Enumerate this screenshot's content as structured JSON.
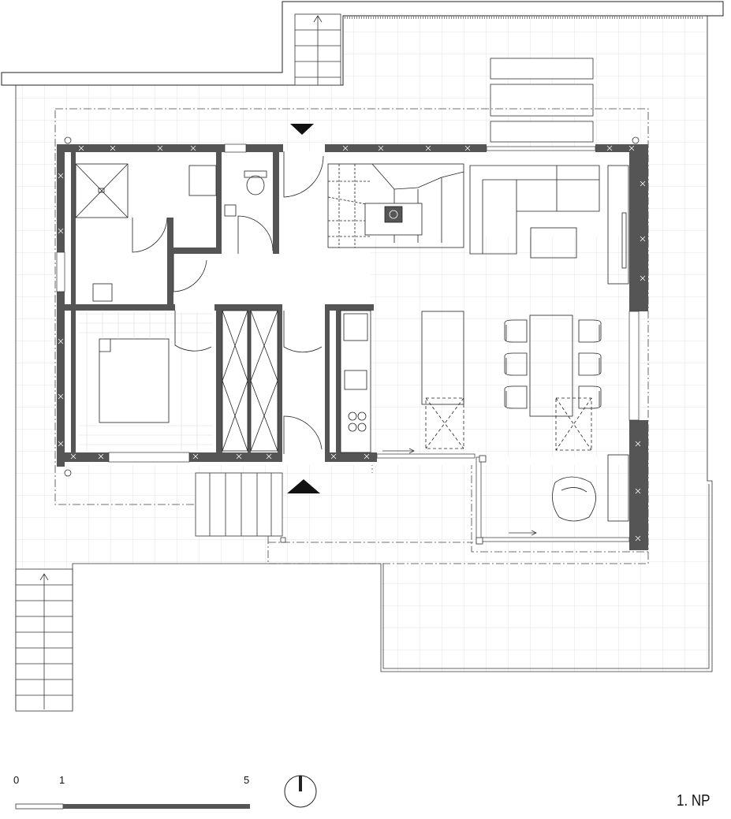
{
  "floor_label": "1. NP",
  "scale": {
    "tick_0": "0",
    "tick_1": "1",
    "tick_5": "5"
  },
  "colors": {
    "wall": "#555555",
    "line": "#222222",
    "grid": "#e2e2e2"
  },
  "icons": {
    "north_arrow": "north-arrow-icon",
    "entrance_marker": "entrance-triangle-icon"
  }
}
